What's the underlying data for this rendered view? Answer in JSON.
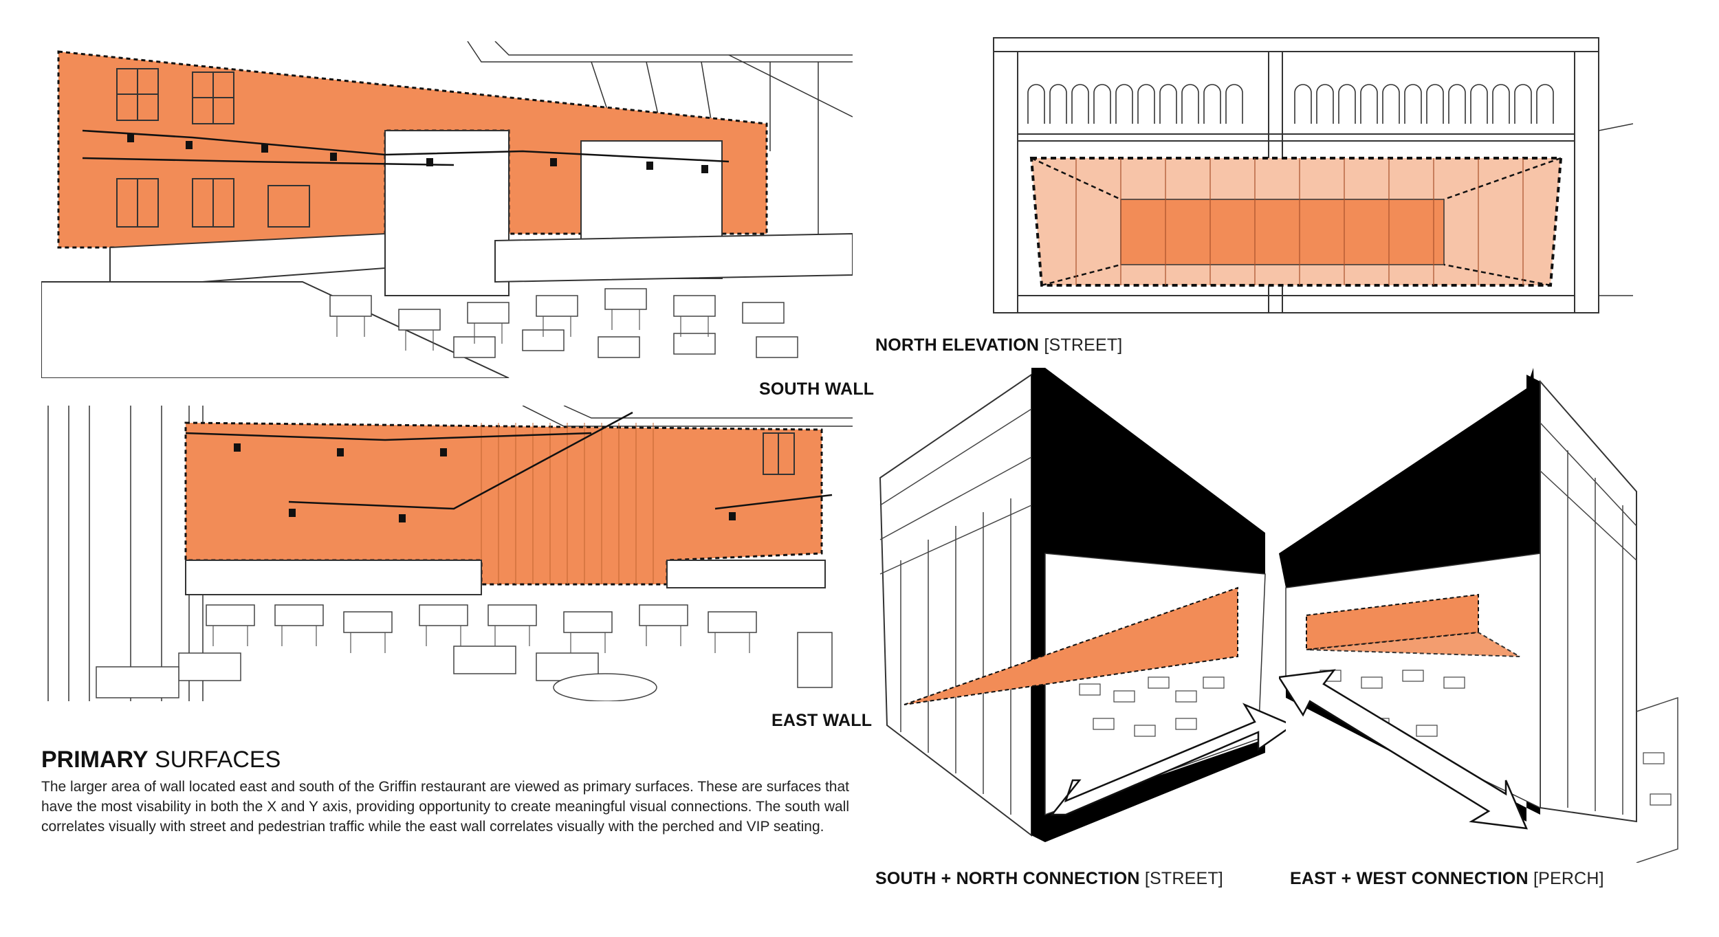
{
  "colors": {
    "accent": "#f28c57",
    "accent_light": "#f7c4a8",
    "line": "#222222",
    "black": "#000000"
  },
  "captions": {
    "south_wall": "SOUTH WALL",
    "east_wall": "EAST WALL",
    "north_elevation": {
      "bold": "NORTH ELEVATION",
      "light": "[STREET]"
    },
    "south_north": {
      "bold": "SOUTH + NORTH CONNECTION",
      "light": "[STREET]"
    },
    "east_west": {
      "bold": "EAST + WEST CONNECTION",
      "light": "[PERCH]"
    }
  },
  "section": {
    "title_bold": "PRIMARY",
    "title_light": "SURFACES",
    "description": "The larger area of wall located east and south of the Griffin restaurant are viewed as primary surfaces. These are surfaces that have the most visability in both the X and Y axis, providing opportunity to create meaningful visual connections. The south wall correlates visually with street and pedestrian traffic while the east wall correlates visually with the perched and VIP seating."
  }
}
